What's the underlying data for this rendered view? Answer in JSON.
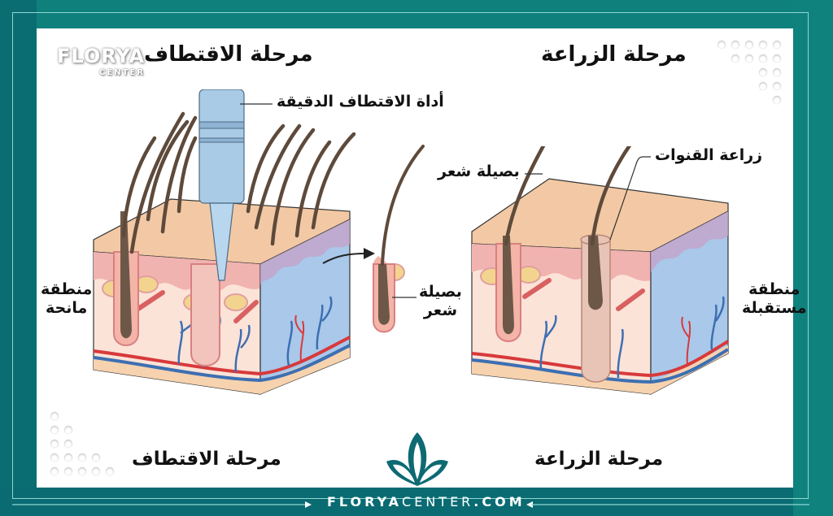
{
  "brand": {
    "watermark_name": "FLORYA",
    "watermark_sub": "CENTER",
    "url_bold": "FLORYA",
    "url_light": "CENTER",
    "url_suffix": ".COM",
    "logo_icon": "leaf-lotus-icon",
    "frame_color": "#0e7c7b",
    "frame_line_color": "#8fd8d4"
  },
  "left_diagram": {
    "top_title": "مرحلة الاقتطاف",
    "bottom_title": "مرحلة الاقتطاف",
    "tool_label": "أداة الاقتطاف الدقيقة",
    "side_label_line1": "منطقة",
    "side_label_line2": "مانحة"
  },
  "extracted_graft": {
    "label_line1": "بصيلة",
    "label_line2": "شعر",
    "arrow_icon": "arrow-right-icon"
  },
  "right_diagram": {
    "top_title": "مرحلة الزراعة",
    "bottom_title": "مرحلة الزراعة",
    "follicle_label": "بصيلة شعر",
    "channels_label": "زراعة القنوات",
    "side_label_line1": "منطقة",
    "side_label_line2": "مستقبلة"
  },
  "colors": {
    "skin_top": "#f2c9a4",
    "epidermis": "#f1b3b0",
    "dermis": "#fbe3d8",
    "side_face": "#a9c8ea",
    "hair": "#5e4a3b",
    "artery": "#d8393b",
    "vein": "#3d6fb2",
    "tool": "#a9cbe6"
  }
}
